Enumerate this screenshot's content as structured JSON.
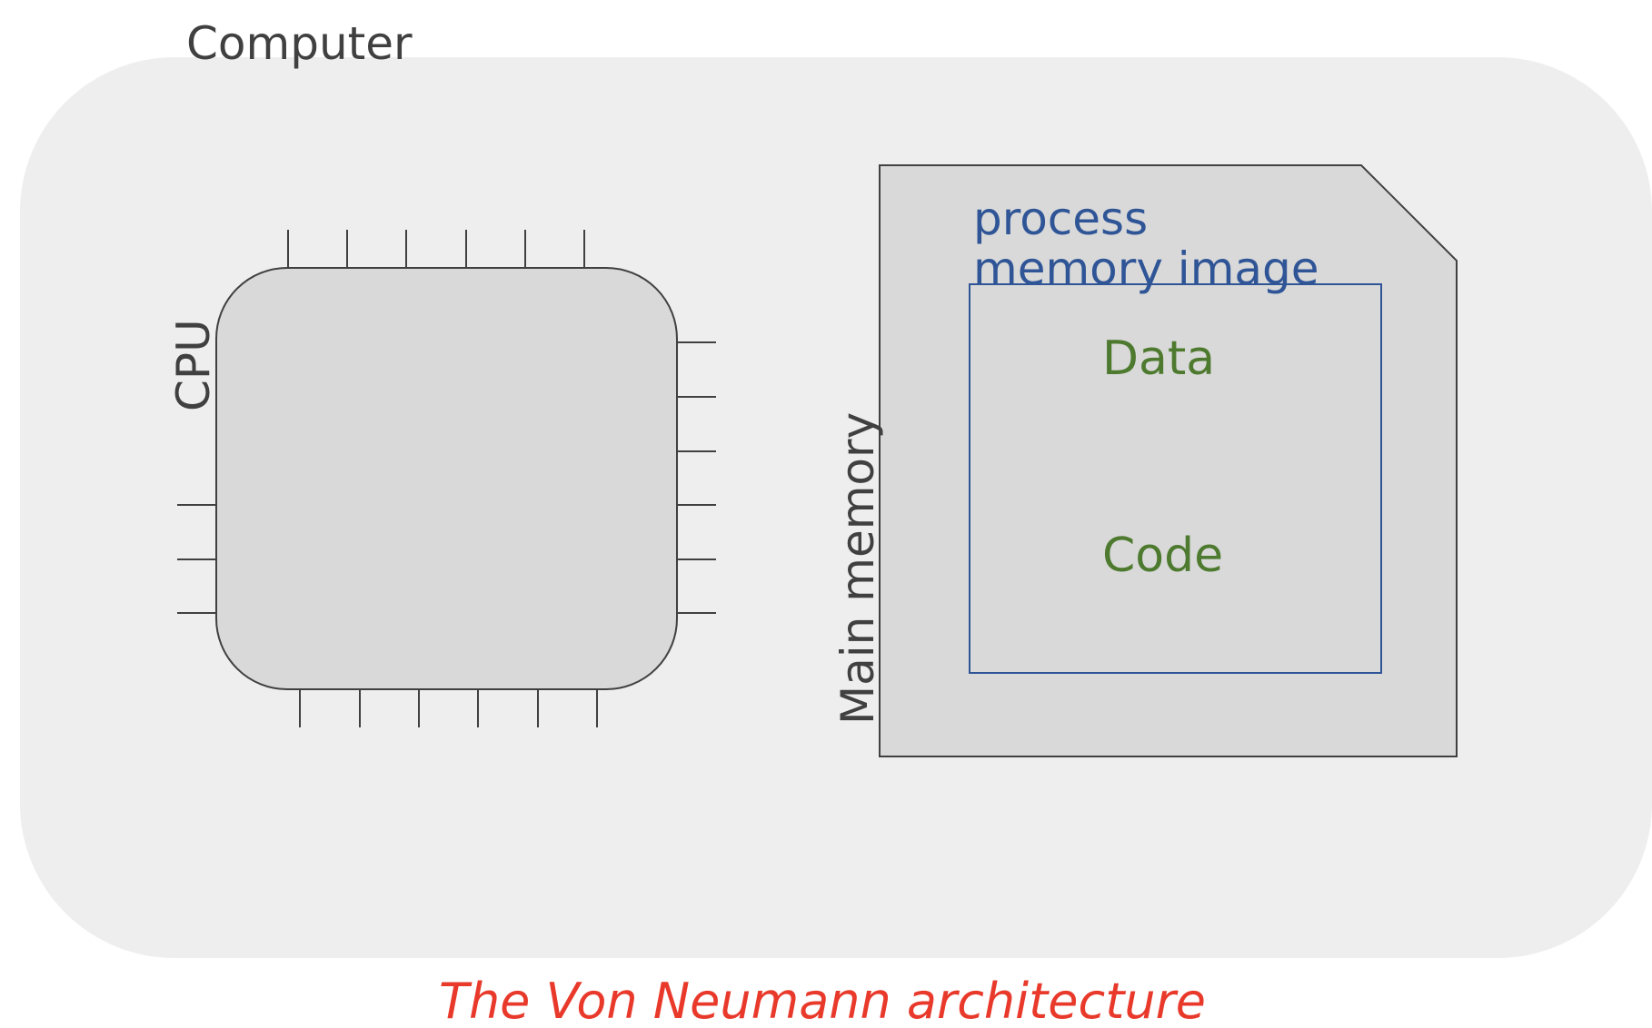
{
  "diagram": {
    "computer_label": "Computer",
    "cpu_label": "CPU",
    "main_memory_label": "Main memory",
    "process_label_line1": "process",
    "process_label_line2": "memory image",
    "data_label": "Data",
    "code_label": "Code",
    "caption": "The Von Neumann architecture"
  },
  "colors": {
    "computer_fill": "#eeeeee",
    "box_fill": "#d9d9d9",
    "outline": "#404040",
    "process_text": "#2f5597",
    "segment_text": "#4d7a2f",
    "caption_text": "#e8392b"
  }
}
